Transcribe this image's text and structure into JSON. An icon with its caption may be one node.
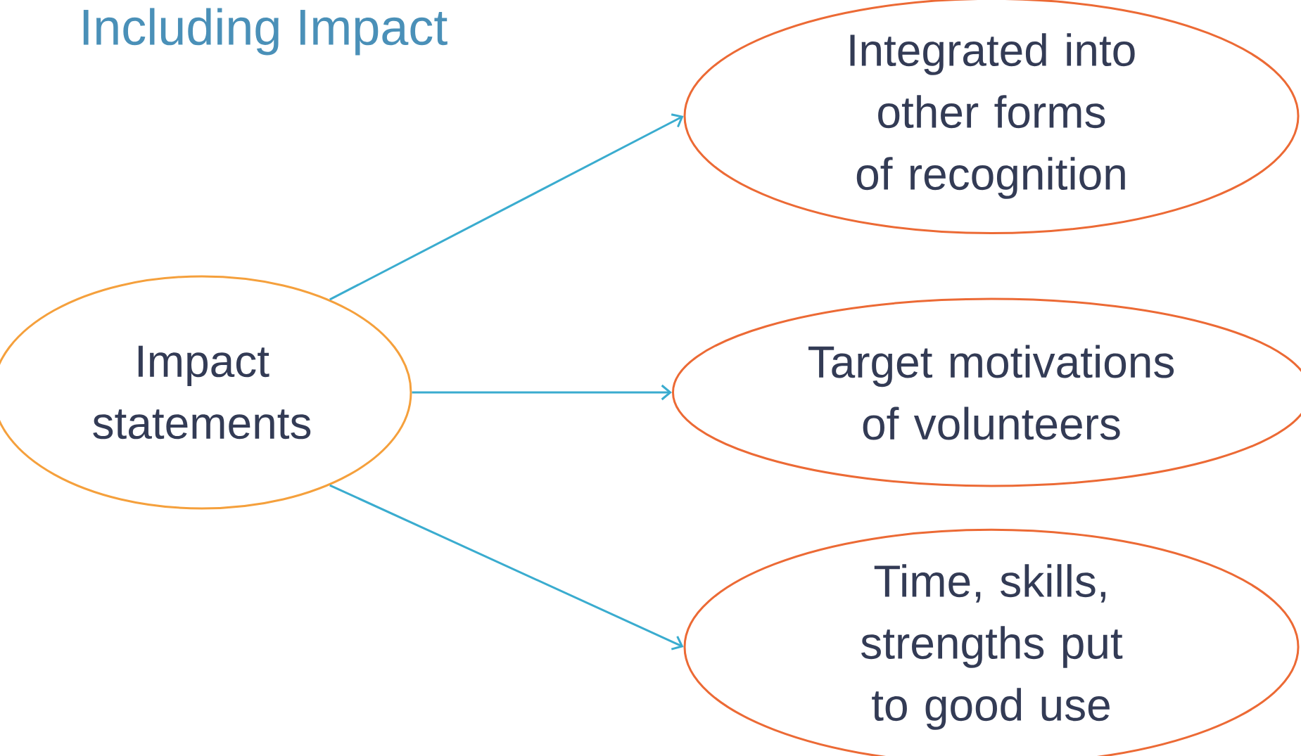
{
  "diagram": {
    "title": "Including Impact",
    "nodes": [
      {
        "text": [
          "Impact statements"
        ]
      },
      {
        "text": [
          "Integrated into other forms of recognition"
        ]
      },
      {
        "text": [
          "Target motivations of volunteers"
        ]
      },
      {
        "text": [
          "Time, skills, strengths put to good use"
        ]
      }
    ],
    "edges": [
      {
        "from": 0,
        "to": 1,
        "arrow": "to"
      },
      {
        "from": 0,
        "to": 2,
        "arrow": "to"
      },
      {
        "from": 0,
        "to": 3,
        "arrow": "to"
      }
    ]
  }
}
